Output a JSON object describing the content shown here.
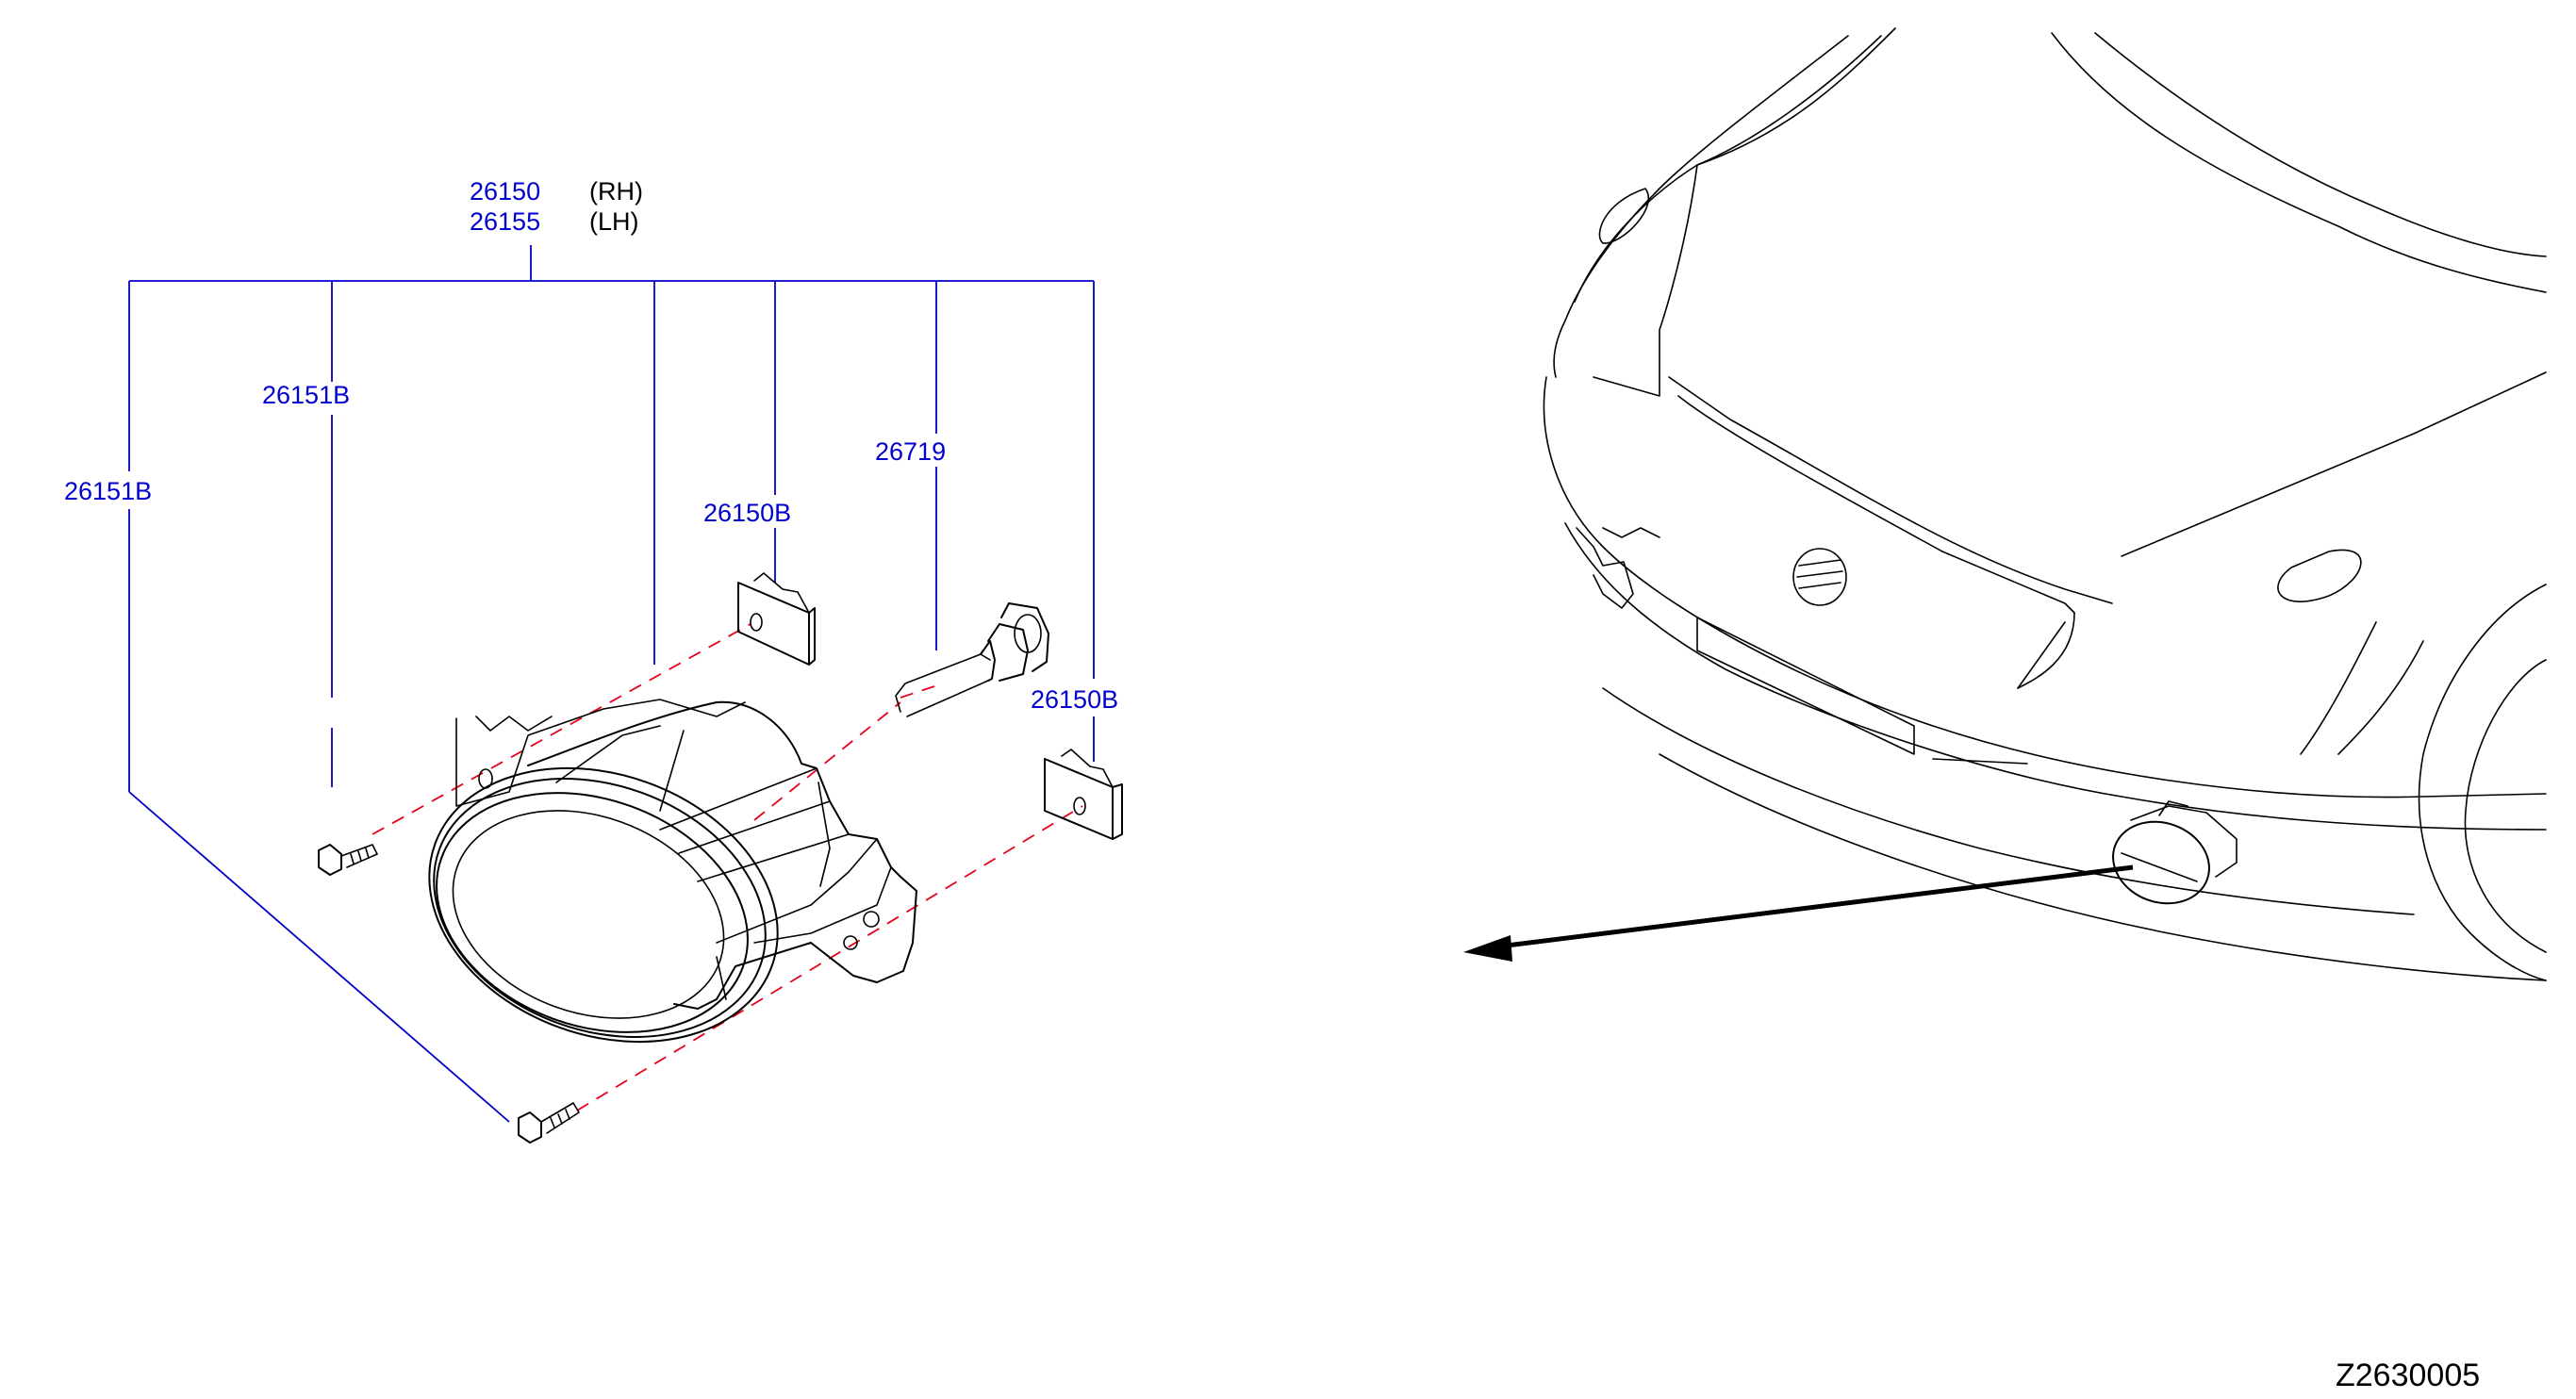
{
  "callouts": {
    "assembly_rh_part": "26150",
    "assembly_rh_side": "(RH)",
    "assembly_lh_part": "26155",
    "assembly_lh_side": "(LH)",
    "screw_upper": "26151B",
    "screw_lower": "26151B",
    "bracket_upper": "26150B",
    "bracket_lower": "26150B",
    "bulb": "26719"
  },
  "diagram_code": "Z2630005",
  "colors": {
    "callout_text": "#0000d0",
    "leader_line": "#0000c8",
    "fastener_dash": "#e8001c",
    "linework": "#000000"
  }
}
